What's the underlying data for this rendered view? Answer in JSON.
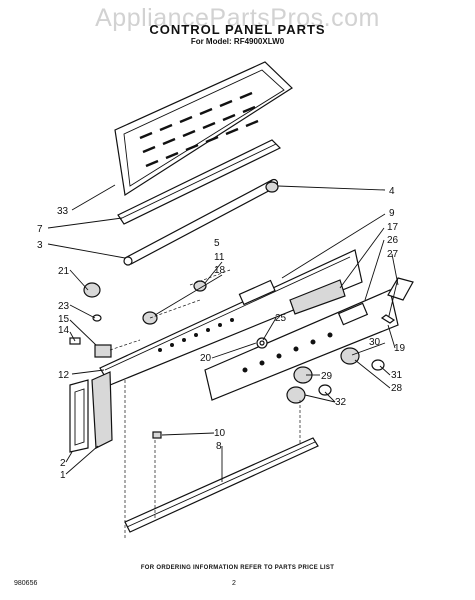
{
  "watermark": "AppliancePartsPros.com",
  "title": "CONTROL PANEL PARTS",
  "model_line": "For Model: RF4900XLW0",
  "footer": "FOR ORDERING INFORMATION REFER TO PARTS PRICE LIST",
  "doc_number": "980656",
  "page_number": "2",
  "callouts": [
    "33",
    "7",
    "3",
    "4",
    "5",
    "9",
    "17",
    "26",
    "27",
    "11",
    "18",
    "21",
    "23",
    "15",
    "14",
    "25",
    "12",
    "20",
    "30",
    "19",
    "29",
    "31",
    "28",
    "32",
    "10",
    "8",
    "2",
    "1"
  ]
}
